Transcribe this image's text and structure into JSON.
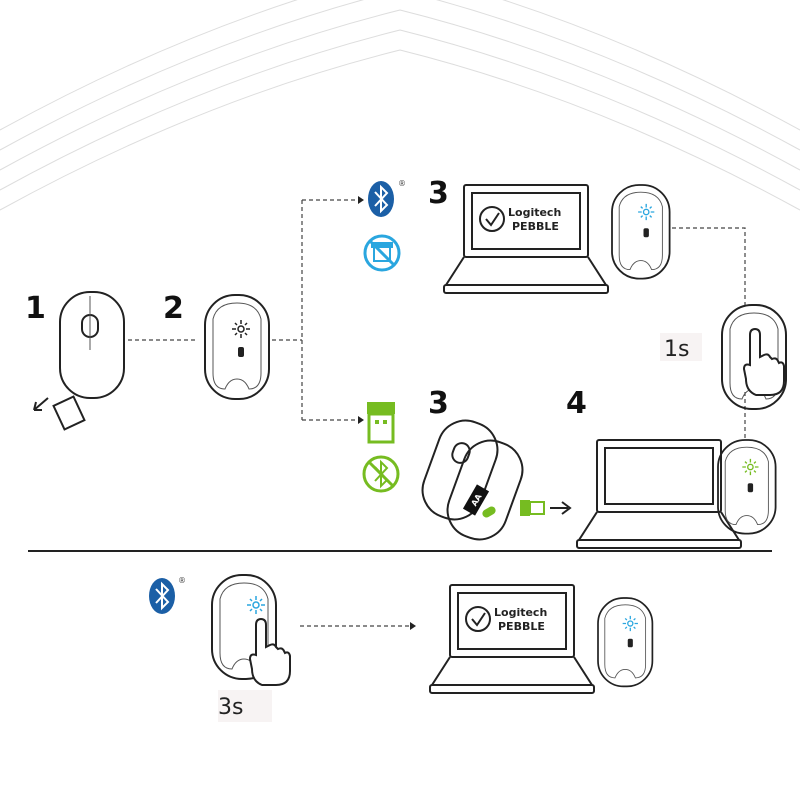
{
  "steps": {
    "step1": "1",
    "step2": "2",
    "step3_bluetooth": "3",
    "step3_receiver": "3",
    "step4": "4"
  },
  "durations": {
    "hold_short": "1s",
    "hold_long": "3s"
  },
  "screen": {
    "brand": "Logitech",
    "product": "PEBBLE"
  },
  "battery_label": "AA",
  "registered_mark": "®",
  "icons": [
    "bluetooth-icon",
    "no-receiver-icon",
    "usb-receiver-icon",
    "no-bluetooth-icon",
    "checkmark-icon",
    "led-icon",
    "finger-press-icon"
  ],
  "colors": {
    "bluetooth_blue": "#1b5fa6",
    "led_cyan": "#2aa6df",
    "receiver_green": "#76bc21",
    "ink": "#222222"
  }
}
